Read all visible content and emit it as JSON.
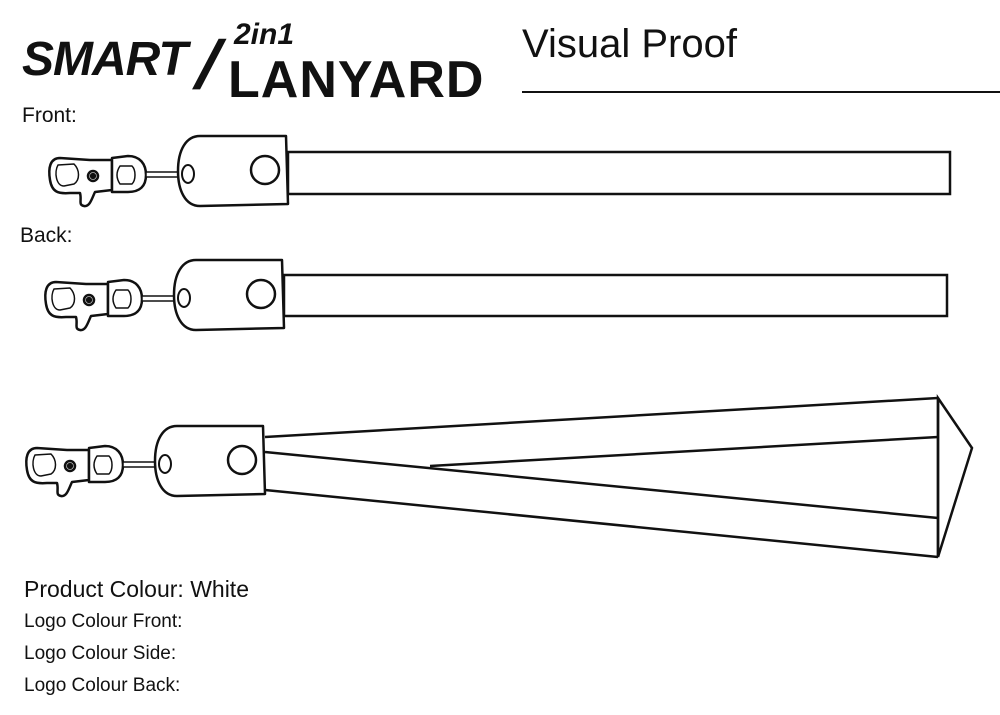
{
  "logo": {
    "smart": "SMART",
    "slash": "/",
    "two_in_one": "2in1",
    "lanyard": "LANYARD"
  },
  "title": "Visual Proof",
  "views": {
    "front": "Front:",
    "back": "Back:"
  },
  "info": {
    "product_colour": "Product Colour: White",
    "logo_colour_front": "Logo Colour Front:",
    "logo_colour_side": "Logo Colour Side:",
    "logo_colour_back": "Logo Colour Back:"
  }
}
